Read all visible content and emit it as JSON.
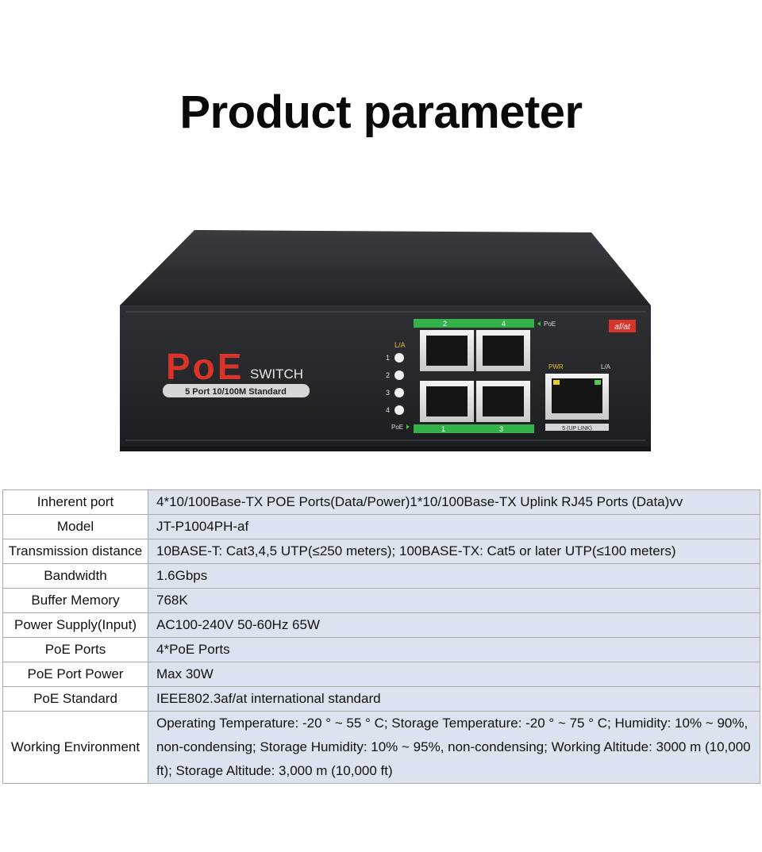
{
  "page": {
    "title": "Product parameter"
  },
  "device": {
    "brand_logo": "PoE",
    "brand_word": "SWITCH",
    "subtitle": "5 Port 10/100M Standard",
    "badge": "af/at",
    "top_port_numbers": [
      "2",
      "4"
    ],
    "bottom_port_numbers": [
      "1",
      "3"
    ],
    "poe_top_label": "PoE",
    "poe_bottom_label": "PoE",
    "la_label": "L/A",
    "led_numbers": [
      "1",
      "2",
      "3",
      "4"
    ],
    "pwr_label": "PWR",
    "uplink_la_label": "L/A",
    "uplink_label": "5 (UP LINK)"
  },
  "specs": [
    {
      "label": "Inherent port",
      "value": "4*10/100Base-TX POE Ports(Data/Power)1*10/100Base-TX Uplink RJ45 Ports (Data)vv"
    },
    {
      "label": "Model",
      "value": "JT-P1004PH-af"
    },
    {
      "label": "Transmission distance",
      "value": "10BASE-T: Cat3,4,5 UTP(≤250 meters); 100BASE-TX: Cat5 or later UTP(≤100 meters)"
    },
    {
      "label": "Bandwidth",
      "value": "1.6Gbps"
    },
    {
      "label": "Buffer Memory",
      "value": "768K"
    },
    {
      "label": "Power Supply(Input)",
      "value": "AC100-240V 50-60Hz 65W"
    },
    {
      "label": "PoE Ports",
      "value": "4*PoE Ports"
    },
    {
      "label": "PoE Port Power",
      "value": "Max 30W"
    },
    {
      "label": "PoE Standard",
      "value": "IEEE802.3af/at international standard"
    },
    {
      "label": "Working Environment",
      "value": "Operating Temperature: -20 ° ~ 55 ° C; Storage Temperature: -20 ° ~ 75 ° C; Humidity: 10% ~ 90%, non-condensing; Storage Humidity: 10% ~ 95%, non-condensing; Working Altitude: 3000 m (10,000 ft); Storage Altitude: 3,000 m (10,000 ft)"
    }
  ]
}
